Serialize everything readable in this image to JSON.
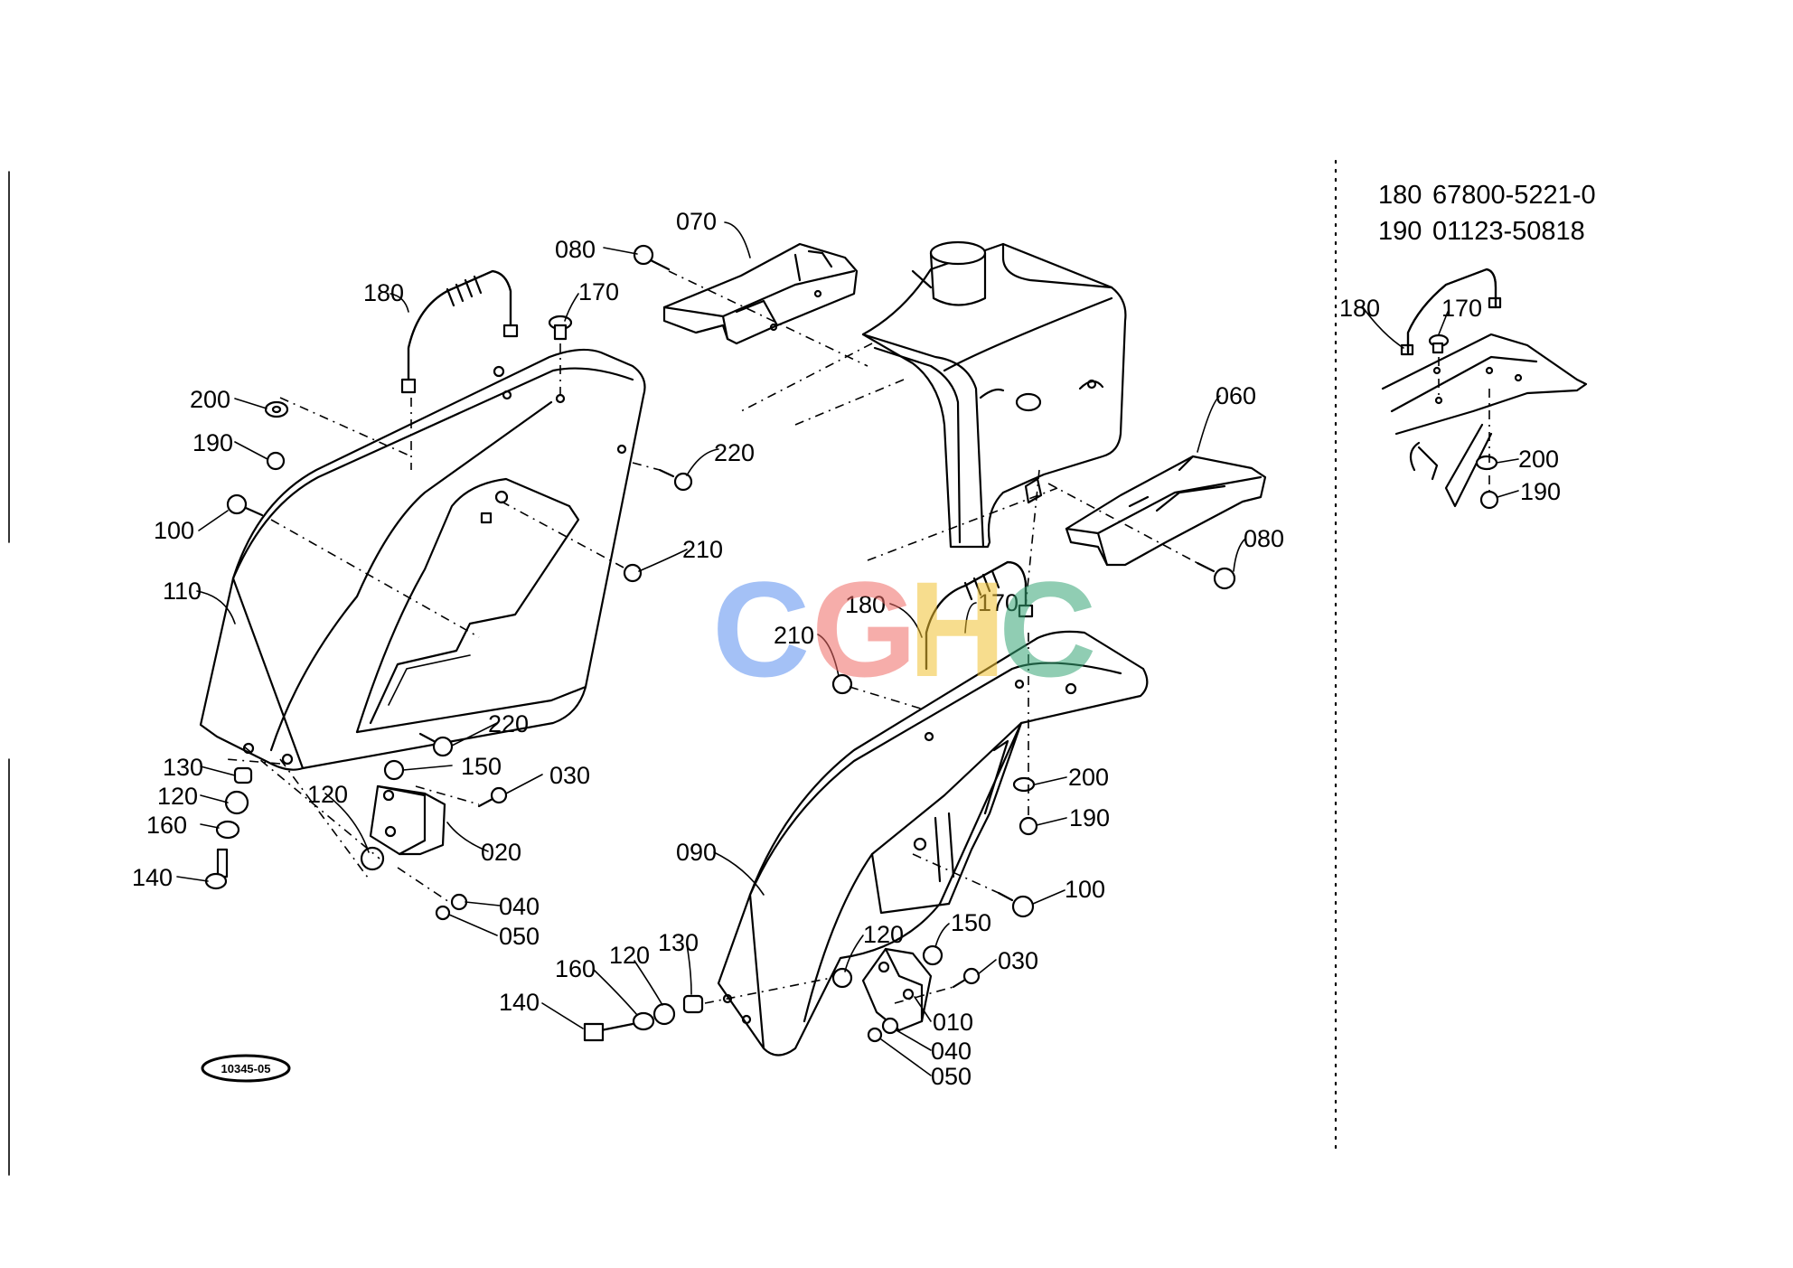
{
  "legend": [
    {
      "ref": "180",
      "part": "67800-5221-0"
    },
    {
      "ref": "190",
      "part": "01123-50818"
    }
  ],
  "callouts": {
    "c_080a": "080",
    "c_070": "070",
    "c_180a": "180",
    "c_170a": "170",
    "c_200a": "200",
    "c_190a": "190",
    "c_220a": "220",
    "c_100a": "100",
    "c_210a": "210",
    "c_110": "110",
    "c_220b": "220",
    "c_150a": "150",
    "c_030a": "030",
    "c_130a": "130",
    "c_120a": "120",
    "c_120b": "120",
    "c_160a": "160",
    "c_020": "020",
    "c_140a": "140",
    "c_040a": "040",
    "c_050a": "050",
    "c_060": "060",
    "c_080b": "080",
    "c_180b": "180",
    "c_170b": "170",
    "c_210b": "210",
    "c_200b": "200",
    "c_190b": "190",
    "c_090": "090",
    "c_100b": "100",
    "c_150b": "150",
    "c_120c": "120",
    "c_130b": "130",
    "c_120d": "120",
    "c_160b": "160",
    "c_140b": "140",
    "c_030b": "030",
    "c_010": "010",
    "c_040b": "040",
    "c_050b": "050",
    "c_180c": "180",
    "c_170c": "170",
    "c_200c": "200",
    "c_190c": "190"
  },
  "reference_code": "10345-05",
  "watermark": {
    "letters": [
      "C",
      "G",
      "H",
      "C"
    ],
    "colors": [
      "#5b8ff0",
      "#ef6b66",
      "#f2c232",
      "#36a676"
    ]
  }
}
